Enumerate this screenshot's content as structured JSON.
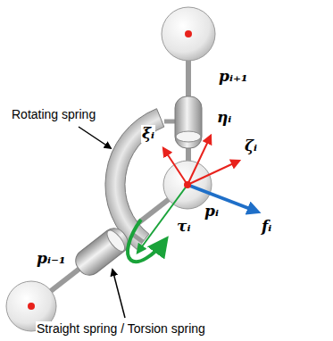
{
  "diagram": {
    "labels": [
      "pᵢ₊₁",
      "ξᵢ",
      "ηᵢ",
      "ζᵢ",
      "pᵢ",
      "fᵢ",
      "τᵢ",
      "pᵢ₋₁",
      "Rotating spring",
      "Straight spring / Torsion spring"
    ]
  }
}
